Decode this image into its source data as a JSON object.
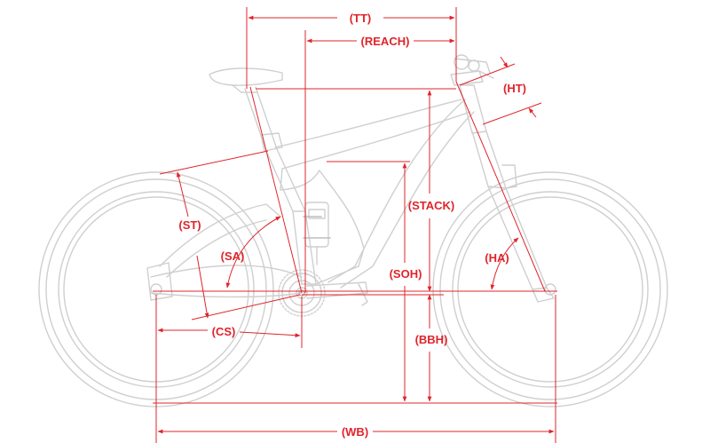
{
  "colors": {
    "dimension": "#e0242b",
    "frame": "#cfcfcf",
    "frame_dark": "#bdbdbd",
    "background": "#ffffff"
  },
  "labels": {
    "tt": "(TT)",
    "reach": "(REACH)",
    "ht": "(HT)",
    "st": "(ST)",
    "stack": "(STACK)",
    "sa": "(SA)",
    "ha": "(HA)",
    "soh": "(SOH)",
    "cs": "(CS)",
    "bbh": "(BBH)",
    "wb": "(WB)"
  }
}
